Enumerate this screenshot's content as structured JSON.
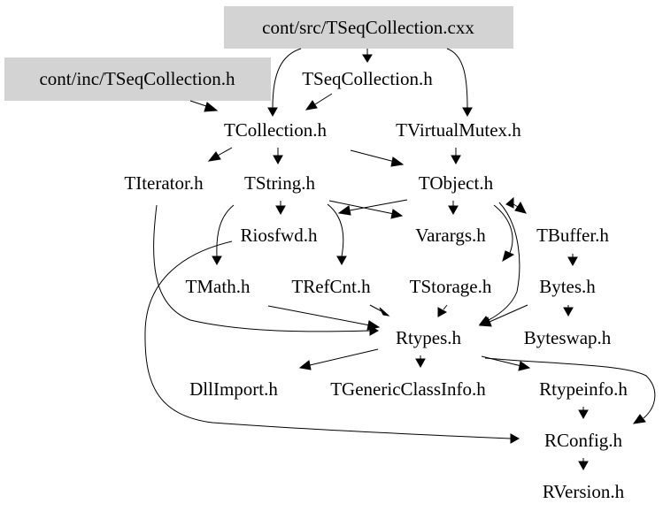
{
  "colors": {
    "highlight_box": "#d3d3d3",
    "edge": "#000000",
    "text": "#000000",
    "background": "#ffffff"
  },
  "nodes": {
    "tseqcollection_cxx": "cont/src/TSeqCollection.cxx",
    "tseqcollection_inc": "cont/inc/TSeqCollection.h",
    "tseqcollection_h": "TSeqCollection.h",
    "tcollection_h": "TCollection.h",
    "tvirtualmutex_h": "TVirtualMutex.h",
    "titerator_h": "TIterator.h",
    "tstring_h": "TString.h",
    "tobject_h": "TObject.h",
    "riosfwd_h": "Riosfwd.h",
    "varargs_h": "Varargs.h",
    "tbuffer_h": "TBuffer.h",
    "tmath_h": "TMath.h",
    "trefcnt_h": "TRefCnt.h",
    "tstorage_h": "TStorage.h",
    "bytes_h": "Bytes.h",
    "rtypes_h": "Rtypes.h",
    "byteswap_h": "Byteswap.h",
    "dllimport_h": "DllImport.h",
    "tgenericclassinfo_h": "TGenericClassInfo.h",
    "rtypeinfo_h": "Rtypeinfo.h",
    "rconfig_h": "RConfig.h",
    "rversion_h": "RVersion.h"
  }
}
